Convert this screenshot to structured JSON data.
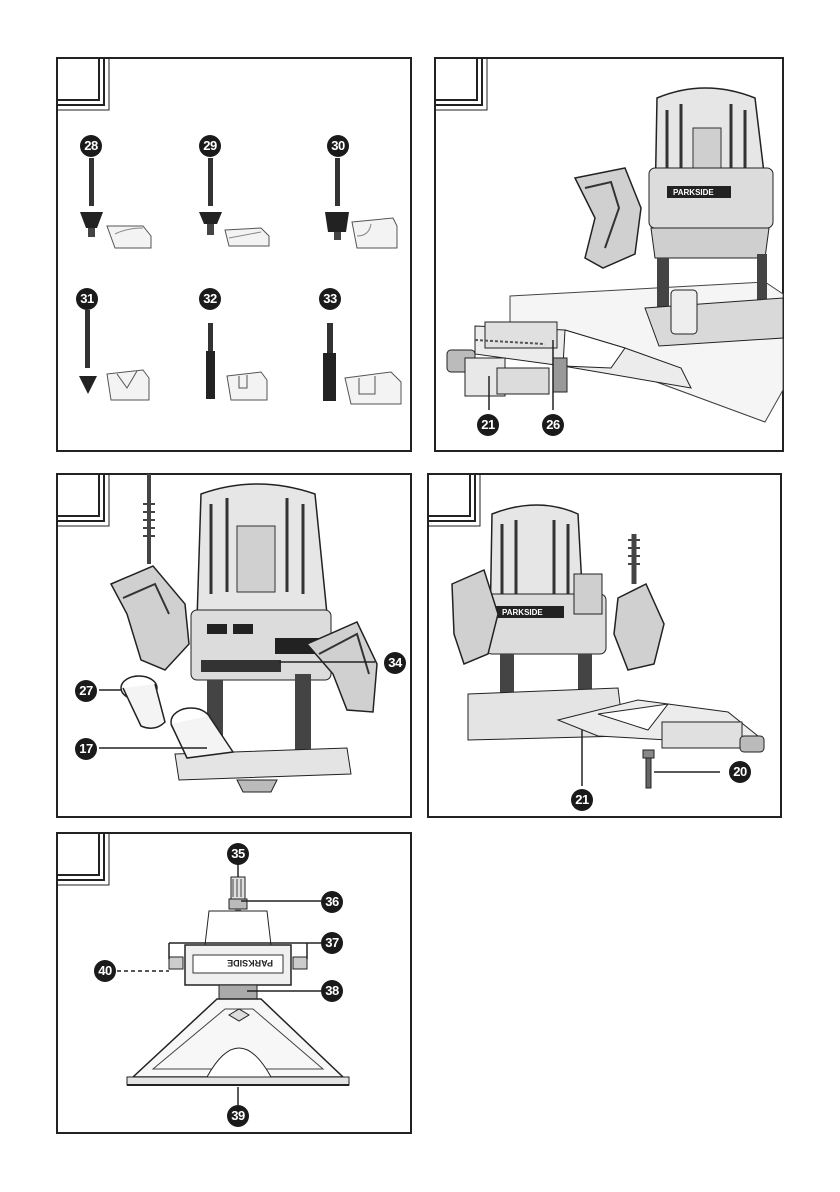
{
  "panels": {
    "a": {
      "labels": {
        "b28": "28",
        "b29": "29",
        "b30": "30",
        "b31": "31",
        "b32": "32",
        "b33": "33"
      }
    },
    "b": {
      "brand": "PARKSIDE",
      "labels": {
        "b21": "21",
        "b26": "26"
      }
    },
    "c": {
      "labels": {
        "b27": "27",
        "b17": "17",
        "b34": "34"
      }
    },
    "d": {
      "brand": "PARKSIDE",
      "labels": {
        "b21": "21",
        "b20": "20"
      }
    },
    "e": {
      "brand": "PARKSIDE",
      "labels": {
        "b35": "35",
        "b36": "36",
        "b37": "37",
        "b38": "38",
        "b39": "39",
        "b40": "40"
      }
    }
  }
}
